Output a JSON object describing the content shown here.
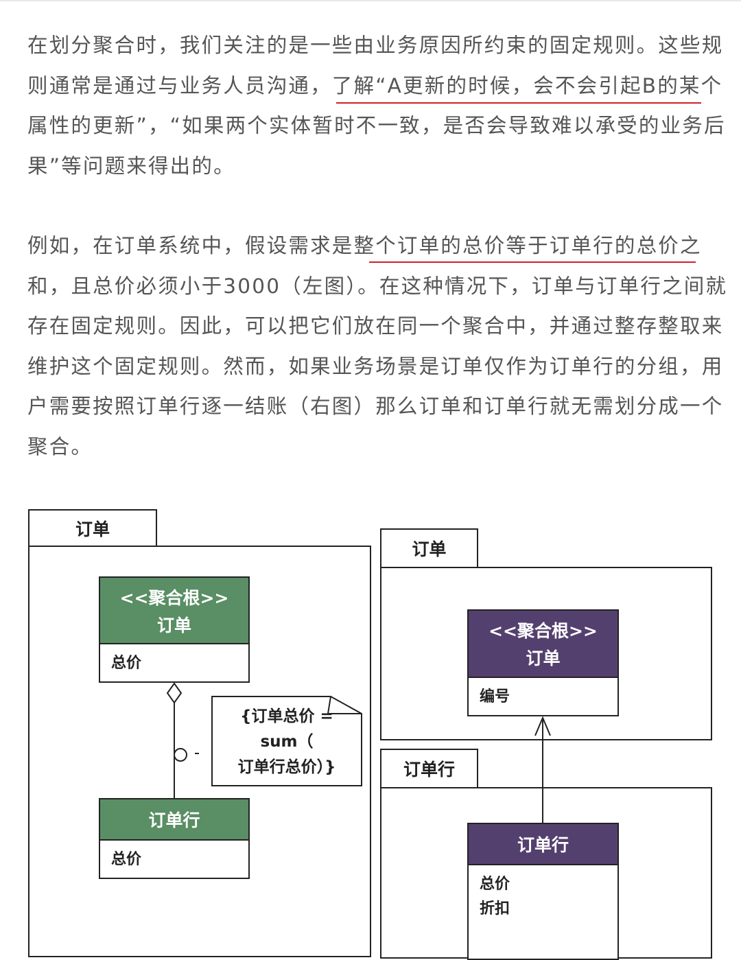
{
  "colors": {
    "text": "#555555",
    "underline": "#d0202a",
    "green_header": "#5a8e64",
    "purple_header": "#54406e"
  },
  "paragraph1": {
    "lines": [
      "在划分聚合时，我们关注的是一些由业务原因所约束的固定规则。这些规",
      "则通常是通过与业务人员沟通，了解“A更新的时候，会不会引起B的某个",
      "属性的更新”，“如果两个实体暂时不一致，是否会导致难以承受的业务后",
      "果”等问题来得出的。"
    ]
  },
  "paragraph2": {
    "lines": [
      "例如，在订单系统中，假设需求是整个订单的总价等于订单行的总价之",
      "和，且总价必须小于3000（左图）。在这种情况下，订单与订单行之间就",
      "存在固定规则。因此，可以把它们放在同一个聚合中，并通过整存整取来",
      "维护这个固定规则。然而，如果业务场景是订单仅作为订单行的分组，用",
      "户需要按照订单行逐一结账（右图）那么订单和订单行就无需划分成一个",
      "聚合。"
    ]
  },
  "left_diagram": {
    "package_label": "订单",
    "root_class": {
      "stereotype": "<<聚合根>>",
      "name": "订单",
      "attributes": [
        "总价"
      ]
    },
    "line_class": {
      "name": "订单行",
      "attributes": [
        "总价"
      ]
    },
    "constraint_note": [
      "{订单总价 =",
      "sum（",
      "订单行总价）}"
    ]
  },
  "right_diagram": {
    "package1_label": "订单",
    "root_class": {
      "stereotype": "<<聚合根>>",
      "name": "订单",
      "attributes": [
        "编号"
      ]
    },
    "package2_label": "订单行",
    "line_class": {
      "stereotype": "",
      "name": "订单行",
      "attributes": [
        "总价",
        "折扣"
      ]
    }
  }
}
